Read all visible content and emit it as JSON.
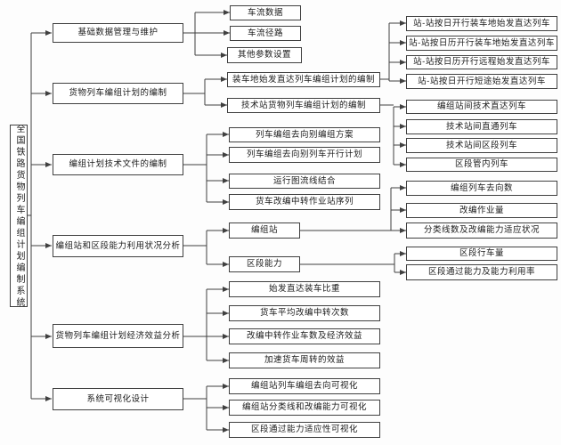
{
  "diagram": {
    "colors": {
      "border": "#404040",
      "line": "#404040",
      "text": "#1a1a1a",
      "node_bg": "#ffffff",
      "page_bg": "#fdfdfd"
    },
    "root": {
      "label": "全国铁路货物列车编组计划编制系统"
    },
    "branches": [
      {
        "label": "基础数据管理与维护",
        "children": [
          {
            "label": "车流数据"
          },
          {
            "label": "车流径路"
          },
          {
            "label": "其他参数设置"
          }
        ]
      },
      {
        "label": "货物列车编组计划的编制",
        "children": [
          {
            "label": "装车地始发直达列车编组计划的编制",
            "children": [
              {
                "label": "站-站按日开行装车地始发直达列车"
              },
              {
                "label": "站-站按日历开行装车地始发直达列车"
              },
              {
                "label": "站-站按日历开行远程始发直达列车"
              },
              {
                "label": "站-站按日开行短途始发直达列车"
              }
            ]
          },
          {
            "label": "技术站货物列车编组计划的编制",
            "children": [
              {
                "label": "编组站间技术直达列车"
              },
              {
                "label": "技术站间直通列车"
              },
              {
                "label": "技术站间区段列车"
              },
              {
                "label": "区段管内列车"
              }
            ]
          }
        ]
      },
      {
        "label": "编组计划技术文件的编制",
        "children": [
          {
            "label": "列车编组去向别编组方案"
          },
          {
            "label": "列车编组去向别列车开行计划"
          },
          {
            "label": "运行图流线结合"
          },
          {
            "label": "货车改编中转作业站序列"
          }
        ]
      },
      {
        "label": "编组站和区段能力利用状况分析",
        "children": [
          {
            "label": "编组站",
            "children": [
              {
                "label": "编组列车去向数"
              },
              {
                "label": "改编作业量"
              },
              {
                "label": "分类线数及改编能力适应状况"
              }
            ]
          },
          {
            "label": "区段能力",
            "children": [
              {
                "label": "区段行车量"
              },
              {
                "label": "区段通过能力及能力利用率"
              }
            ]
          }
        ]
      },
      {
        "label": "货物列车编组计划经济效益分析",
        "children": [
          {
            "label": "始发直达装车比重"
          },
          {
            "label": "货车平均改编中转次数"
          },
          {
            "label": "改编中转作业车数及经济效益"
          },
          {
            "label": "加速货车周转的效益"
          }
        ]
      },
      {
        "label": "系统可视化设计",
        "children": [
          {
            "label": "编组站列车编组去向可视化"
          },
          {
            "label": "编组站分类线和改编能力可视化"
          },
          {
            "label": "区段通过能力适应性可视化"
          }
        ]
      }
    ]
  }
}
